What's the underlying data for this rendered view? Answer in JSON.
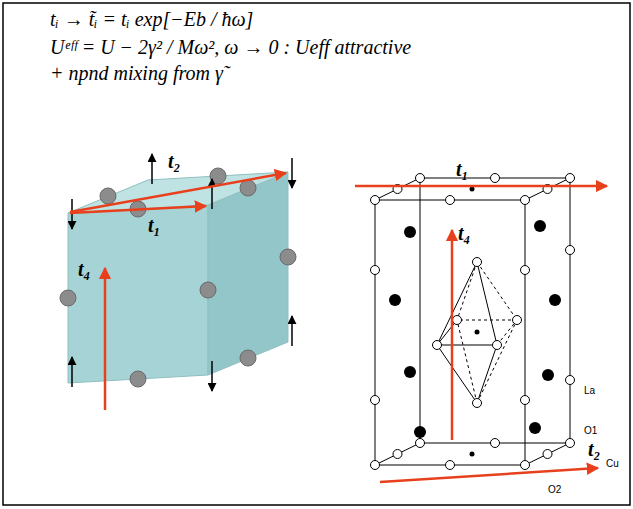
{
  "diagram": {
    "labels": [
      "tᵢ → t̃ᵢ = tᵢ exp[−Eb / ħω]",
      "Uᵉᶠᶠ = U − 2γ² / Mω², ω → 0 : Ueff attractive",
      "+ npnd mixing from γ̃",
      "t₂",
      "t₁",
      "t₄",
      "t₁",
      "t₄",
      "La",
      "O1",
      "O2",
      "Cu",
      "t₂"
    ]
  }
}
